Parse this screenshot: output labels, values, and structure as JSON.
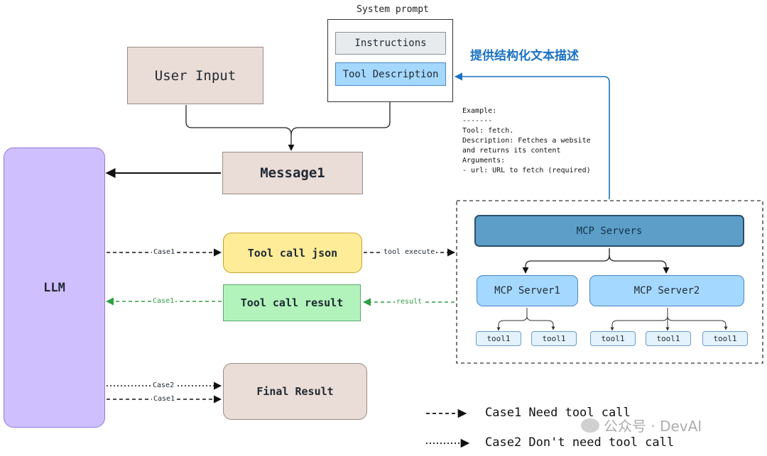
{
  "system_prompt": {
    "title": "System prompt",
    "instructions": "Instructions",
    "tool_description": "Tool Description"
  },
  "nodes": {
    "user_input": "User Input",
    "message1": "Message1",
    "llm": "LLM",
    "tool_call_json": "Tool call json",
    "tool_call_result": "Tool call result",
    "final_result": "Final Result"
  },
  "annotation": "提供结构化文本描述",
  "example_text": "Example:\n-------\nTool: fetch.\nDescription: Fetches a website\nand returns its content\nArguments:\n- url: URL to fetch (required)",
  "mcp": {
    "servers": "MCP Servers",
    "server1": "MCP Server1",
    "server2": "MCP Server2",
    "tools": [
      "tool1",
      "tool1",
      "tool1",
      "tool1",
      "tool1"
    ]
  },
  "edge_labels": {
    "case1_to_json": "Case1",
    "tool_execute": "tool execute",
    "result": "result",
    "case1_back": "Case1",
    "case2_final": "Case2",
    "case1_final": "Case1"
  },
  "legend": {
    "case1": "Case1 Need tool call",
    "case2": "Case2 Don't need tool call"
  },
  "watermark": "公众号 · DevAI",
  "colors": {
    "llm": "#d0bfff",
    "tool_json": "#ffec99",
    "tool_result": "#b2f2bb",
    "mcp_servers": "#5c9ec8",
    "mcp_server": "#a5d8ff",
    "annotation": "#1971c2",
    "result_edge": "#2f9e44"
  }
}
